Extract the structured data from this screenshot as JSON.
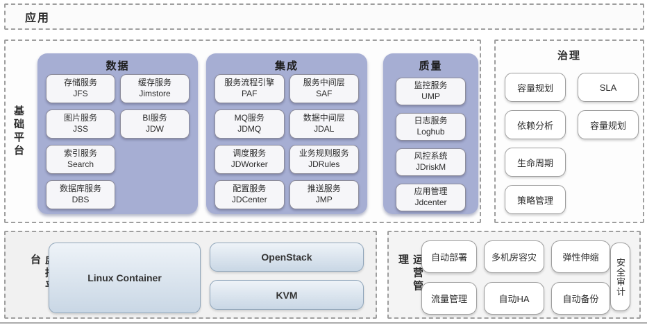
{
  "colors": {
    "panel_fill": "#a6aed3",
    "service_box_fill": "#f6f6f9",
    "virt_box_gradient_top": "#eef3f8",
    "virt_box_gradient_bottom": "#c9d7e5",
    "dashed_border": "#9e9e9e"
  },
  "app": {
    "label": "应用"
  },
  "base_platform": {
    "label": "基础平台",
    "panels": [
      {
        "title": "数据",
        "items": [
          {
            "name": "存储服务",
            "code": "JFS"
          },
          {
            "name": "缓存服务",
            "code": "Jimstore"
          },
          {
            "name": "图片服务",
            "code": "JSS"
          },
          {
            "name": "BI服务",
            "code": "JDW"
          },
          {
            "name": "索引服务",
            "code": "Search"
          },
          {
            "name": "数据库服务",
            "code": "DBS"
          }
        ]
      },
      {
        "title": "集成",
        "items": [
          {
            "name": "服务流程引擎",
            "code": "PAF"
          },
          {
            "name": "服务中间层",
            "code": "SAF"
          },
          {
            "name": "MQ服务",
            "code": "JDMQ"
          },
          {
            "name": "数据中间层",
            "code": "JDAL"
          },
          {
            "name": "调度服务",
            "code": "JDWorker"
          },
          {
            "name": "业务规则服务",
            "code": "JDRules"
          },
          {
            "name": "配置服务",
            "code": "JDCenter"
          },
          {
            "name": "推送服务",
            "code": "JMP"
          }
        ]
      },
      {
        "title": "质量",
        "items": [
          {
            "name": "监控服务",
            "code": "UMP"
          },
          {
            "name": "日志服务",
            "code": "Loghub"
          },
          {
            "name": "风控系统",
            "code": "JDriskM"
          },
          {
            "name": "应用管理",
            "code": "Jdcenter"
          }
        ]
      }
    ]
  },
  "governance": {
    "label": "治理",
    "items": [
      "容量规划",
      "SLA",
      "依赖分析",
      "容量规划",
      "生命周期",
      "策略管理"
    ]
  },
  "virtual_platform": {
    "label": "虚拟平台",
    "items": [
      "Linux Container",
      "OpenStack",
      "KVM"
    ]
  },
  "ops_management": {
    "label": "运营管理",
    "items": [
      "自动部署",
      "多机房容灾",
      "弹性伸缩",
      "流量管理",
      "自动HA",
      "自动备份"
    ],
    "side_item": "安全审计"
  }
}
